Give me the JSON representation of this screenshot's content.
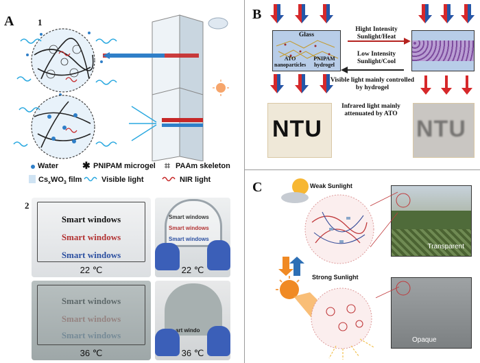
{
  "panelA": {
    "letter": "A",
    "sub1": "1",
    "sub2": "2",
    "legend": {
      "water": "Water",
      "pnipam": "PNIPAM microgel",
      "paam": "PAAm skeleton",
      "cswo3": "Cs",
      "cswo3_sub": "x",
      "cswo3_mid": "WO",
      "cswo3_sub2": "3",
      "cswo3_end": " film",
      "visible": "Visible light",
      "nir": "NIR light"
    },
    "photos": {
      "text_line": "Smart windows",
      "temp_low": "22 ℃",
      "temp_high": "36 ℃",
      "curved_line": "Smart windows",
      "curved_partial": "art windo"
    }
  },
  "panelB": {
    "letter": "B",
    "glass_label": "Glass",
    "ato_label": "ATO nanoparticles",
    "pnipam_label": "PNIPAM hydrogel",
    "forward_label": "Hight Intensity Sunlight/Heat",
    "reverse_label": "Low Intensity Sunlight/Cool",
    "visible_note": "Visible light mainly controlled by hydrogel",
    "infrared_note": "Infrared light mainly attenuated by ATO",
    "ntu_text": "NTU"
  },
  "panelC": {
    "letter": "C",
    "weak_label": "Weak Sunlight",
    "strong_label": "Strong Sunlight",
    "transparent_label": "Transparent",
    "opaque_label": "Opaque"
  },
  "colors": {
    "red_arrow": "#d6282a",
    "blue_arrow": "#2457a8",
    "orange_arrow": "#f08a24",
    "nir_red": "#c62828",
    "visible_blue": "#29a8e0"
  }
}
